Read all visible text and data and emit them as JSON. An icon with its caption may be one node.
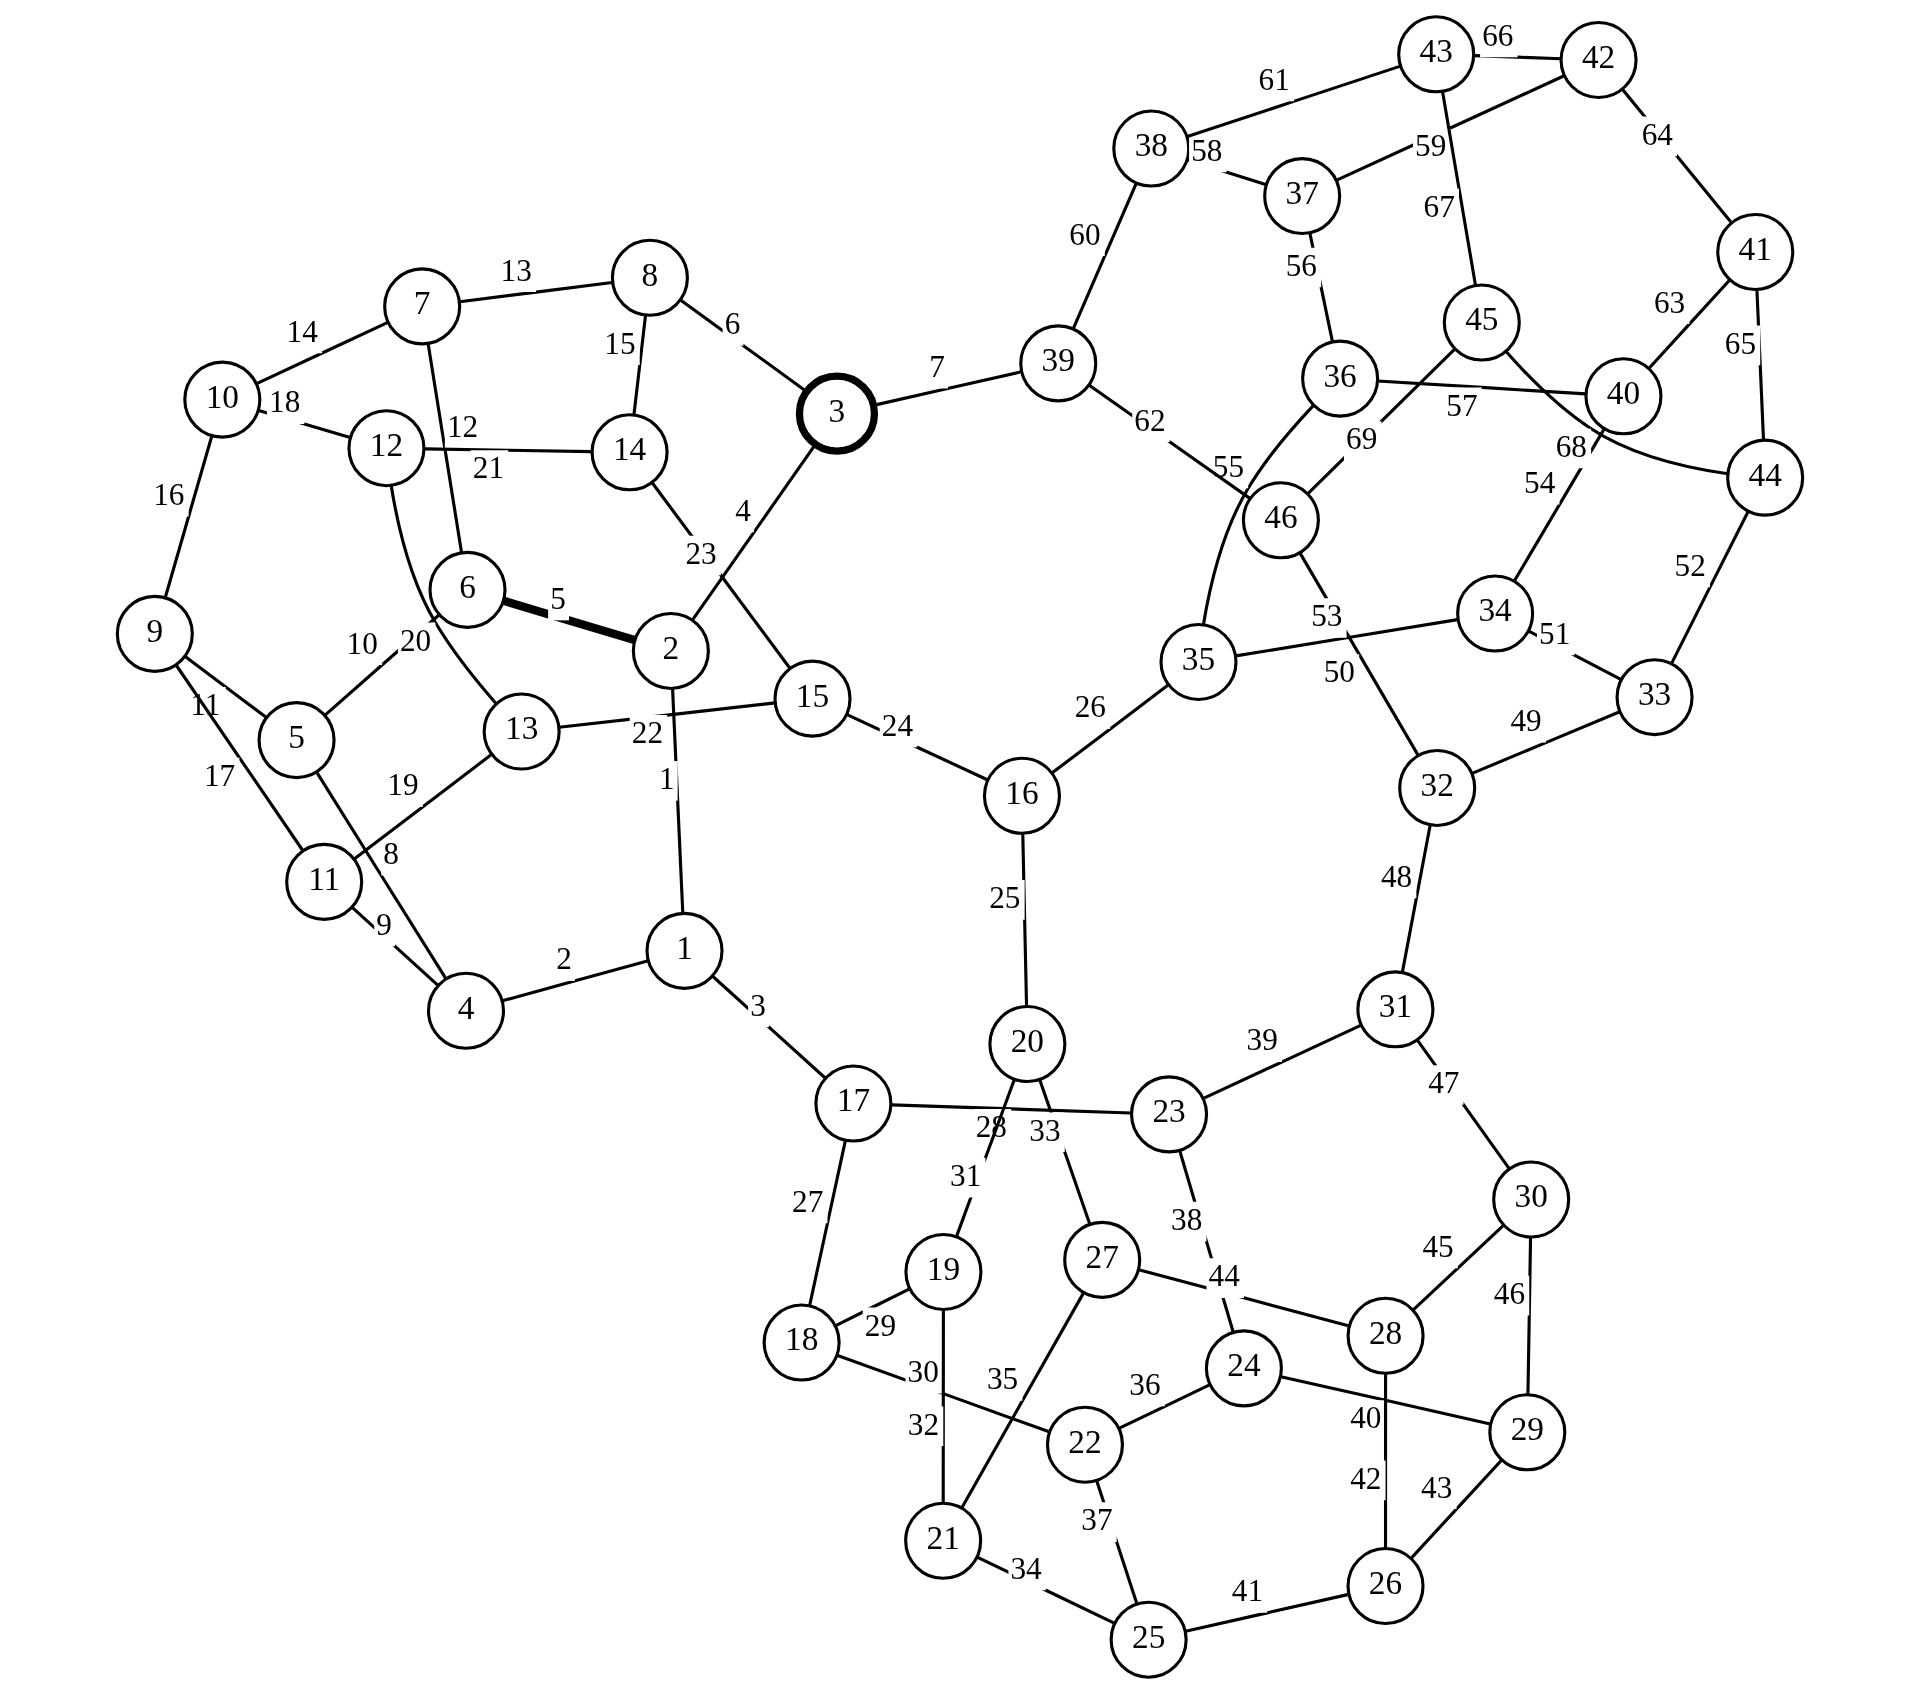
{
  "diagram": {
    "nodes": [
      {
        "text": [
          "1"
        ]
      },
      {
        "text": [
          "2"
        ]
      },
      {
        "text": [
          "3"
        ]
      },
      {
        "text": [
          "4"
        ]
      },
      {
        "text": [
          "5"
        ]
      },
      {
        "text": [
          "6"
        ]
      },
      {
        "text": [
          "7"
        ]
      },
      {
        "text": [
          "8"
        ]
      },
      {
        "text": [
          "9"
        ]
      },
      {
        "text": [
          "10"
        ]
      },
      {
        "text": [
          "11"
        ]
      },
      {
        "text": [
          "12"
        ]
      },
      {
        "text": [
          "13"
        ]
      },
      {
        "text": [
          "14"
        ]
      },
      {
        "text": [
          "15"
        ]
      },
      {
        "text": [
          "16"
        ]
      },
      {
        "text": [
          "17"
        ]
      },
      {
        "text": [
          "18"
        ]
      },
      {
        "text": [
          "19"
        ]
      },
      {
        "text": [
          "20"
        ]
      },
      {
        "text": [
          "21"
        ]
      },
      {
        "text": [
          "22"
        ]
      },
      {
        "text": [
          "23"
        ]
      },
      {
        "text": [
          "24"
        ]
      },
      {
        "text": [
          "25"
        ]
      },
      {
        "text": [
          "26"
        ]
      },
      {
        "text": [
          "27"
        ]
      },
      {
        "text": [
          "28"
        ]
      },
      {
        "text": [
          "29"
        ]
      },
      {
        "text": [
          "30"
        ]
      },
      {
        "text": [
          "31"
        ]
      },
      {
        "text": [
          "32"
        ]
      },
      {
        "text": [
          "33"
        ]
      },
      {
        "text": [
          "34"
        ]
      },
      {
        "text": [
          "35"
        ]
      },
      {
        "text": [
          "36"
        ]
      },
      {
        "text": [
          "37"
        ]
      },
      {
        "text": [
          "38"
        ]
      },
      {
        "text": [
          "39"
        ]
      },
      {
        "text": [
          "40"
        ]
      },
      {
        "text": [
          "41"
        ]
      },
      {
        "text": [
          "42"
        ]
      },
      {
        "text": [
          "43"
        ]
      },
      {
        "text": [
          "44"
        ]
      },
      {
        "text": [
          "45"
        ]
      },
      {
        "text": [
          "46"
        ]
      }
    ],
    "edges": [
      {
        "from": 0,
        "to": 1,
        "arrow": "none",
        "label": "1"
      },
      {
        "from": 0,
        "to": 3,
        "arrow": "none",
        "label": "2"
      },
      {
        "from": 0,
        "to": 16,
        "arrow": "none",
        "label": "3"
      },
      {
        "from": 1,
        "to": 2,
        "arrow": "none",
        "label": "4"
      },
      {
        "from": 1,
        "to": 5,
        "arrow": "none",
        "label": "5",
        "style": "thick"
      },
      {
        "from": 2,
        "to": 7,
        "arrow": "none",
        "label": "6"
      },
      {
        "from": 2,
        "to": 38,
        "arrow": "none",
        "label": "7"
      },
      {
        "from": 3,
        "to": 4,
        "arrow": "none",
        "label": "8"
      },
      {
        "from": 3,
        "to": 10,
        "arrow": "none",
        "label": "9"
      },
      {
        "from": 4,
        "to": 5,
        "arrow": "none",
        "label": "10"
      },
      {
        "from": 4,
        "to": 8,
        "arrow": "none",
        "label": "11"
      },
      {
        "from": 5,
        "to": 6,
        "arrow": "none",
        "label": "12"
      },
      {
        "from": 6,
        "to": 7,
        "arrow": "none",
        "label": "13"
      },
      {
        "from": 6,
        "to": 9,
        "arrow": "none",
        "label": "14"
      },
      {
        "from": 7,
        "to": 13,
        "arrow": "none",
        "label": "15"
      },
      {
        "from": 8,
        "to": 9,
        "arrow": "none",
        "label": "16"
      },
      {
        "from": 10,
        "to": 8,
        "arrow": "none",
        "label": "17"
      },
      {
        "from": 9,
        "to": 11,
        "arrow": "none",
        "label": "18"
      },
      {
        "from": 10,
        "to": 12,
        "arrow": "none",
        "label": "19"
      },
      {
        "from": 11,
        "to": 12,
        "arrow": "none",
        "label": "20"
      },
      {
        "from": 11,
        "to": 13,
        "arrow": "none",
        "label": "21"
      },
      {
        "from": 12,
        "to": 14,
        "arrow": "none",
        "label": "22"
      },
      {
        "from": 13,
        "to": 14,
        "arrow": "none",
        "label": "23"
      },
      {
        "from": 14,
        "to": 15,
        "arrow": "none",
        "label": "24"
      },
      {
        "from": 15,
        "to": 19,
        "arrow": "none",
        "label": "25"
      },
      {
        "from": 15,
        "to": 34,
        "arrow": "none",
        "label": "26"
      },
      {
        "from": 16,
        "to": 17,
        "arrow": "none",
        "label": "27"
      },
      {
        "from": 16,
        "to": 22,
        "arrow": "none",
        "label": "28"
      },
      {
        "from": 17,
        "to": 18,
        "arrow": "none",
        "label": "29"
      },
      {
        "from": 17,
        "to": 21,
        "arrow": "none",
        "label": "30"
      },
      {
        "from": 18,
        "to": 19,
        "arrow": "none",
        "label": "31"
      },
      {
        "from": 18,
        "to": 20,
        "arrow": "none",
        "label": "32"
      },
      {
        "from": 19,
        "to": 26,
        "arrow": "none",
        "label": "33"
      },
      {
        "from": 24,
        "to": 20,
        "arrow": "none",
        "label": "34"
      },
      {
        "from": 20,
        "to": 26,
        "arrow": "none",
        "label": "35"
      },
      {
        "from": 21,
        "to": 23,
        "arrow": "none",
        "label": "36"
      },
      {
        "from": 21,
        "to": 24,
        "arrow": "none",
        "label": "37"
      },
      {
        "from": 22,
        "to": 23,
        "arrow": "none",
        "label": "38"
      },
      {
        "from": 22,
        "to": 30,
        "arrow": "none",
        "label": "39"
      },
      {
        "from": 23,
        "to": 28,
        "arrow": "none",
        "label": "40"
      },
      {
        "from": 24,
        "to": 25,
        "arrow": "none",
        "label": "41"
      },
      {
        "from": 25,
        "to": 27,
        "arrow": "none",
        "label": "42"
      },
      {
        "from": 25,
        "to": 28,
        "arrow": "none",
        "label": "43"
      },
      {
        "from": 26,
        "to": 27,
        "arrow": "none",
        "label": "44"
      },
      {
        "from": 27,
        "to": 29,
        "arrow": "none",
        "label": "45"
      },
      {
        "from": 28,
        "to": 29,
        "arrow": "none",
        "label": "46"
      },
      {
        "from": 29,
        "to": 30,
        "arrow": "none",
        "label": "47"
      },
      {
        "from": 30,
        "to": 31,
        "arrow": "none",
        "label": "48"
      },
      {
        "from": 31,
        "to": 32,
        "arrow": "none",
        "label": "49"
      },
      {
        "from": 31,
        "to": 45,
        "arrow": "none",
        "label": "50"
      },
      {
        "from": 32,
        "to": 33,
        "arrow": "none",
        "label": "51"
      },
      {
        "from": 32,
        "to": 43,
        "arrow": "none",
        "label": "52"
      },
      {
        "from": 33,
        "to": 34,
        "arrow": "none",
        "label": "53"
      },
      {
        "from": 33,
        "to": 39,
        "arrow": "none",
        "label": "54"
      },
      {
        "from": 34,
        "to": 35,
        "arrow": "none",
        "label": "55"
      },
      {
        "from": 35,
        "to": 36,
        "arrow": "none",
        "label": "56"
      },
      {
        "from": 35,
        "to": 39,
        "arrow": "none",
        "label": "57"
      },
      {
        "from": 36,
        "to": 37,
        "arrow": "none",
        "label": "58"
      },
      {
        "from": 36,
        "to": 41,
        "arrow": "none",
        "label": "59"
      },
      {
        "from": 37,
        "to": 38,
        "arrow": "none",
        "label": "60"
      },
      {
        "from": 37,
        "to": 42,
        "arrow": "none",
        "label": "61"
      },
      {
        "from": 38,
        "to": 45,
        "arrow": "none",
        "label": "62"
      },
      {
        "from": 39,
        "to": 40,
        "arrow": "none",
        "label": "63"
      },
      {
        "from": 40,
        "to": 41,
        "arrow": "none",
        "label": "64"
      },
      {
        "from": 40,
        "to": 43,
        "arrow": "none",
        "label": "65"
      },
      {
        "from": 41,
        "to": 42,
        "arrow": "none",
        "label": "66"
      },
      {
        "from": 42,
        "to": 44,
        "arrow": "none",
        "label": "67"
      },
      {
        "from": 43,
        "to": 44,
        "arrow": "none",
        "label": "68"
      },
      {
        "from": 44,
        "to": 45,
        "arrow": "none",
        "label": "69"
      }
    ]
  }
}
